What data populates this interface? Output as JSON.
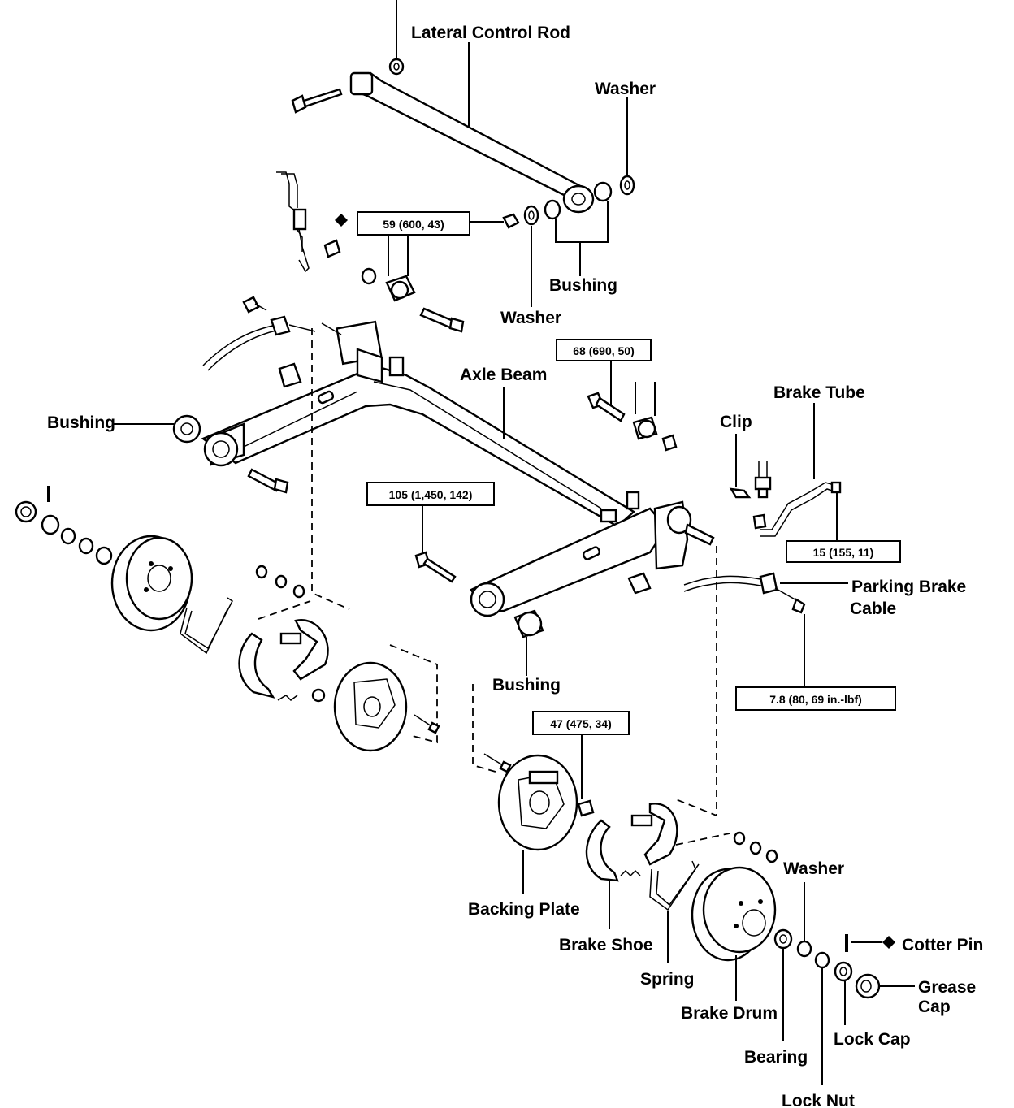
{
  "labels": {
    "lateral_control_rod": "Lateral Control Rod",
    "washer_top": "Washer",
    "bushing_top": "Bushing",
    "washer_mid": "Washer",
    "axle_beam": "Axle Beam",
    "brake_tube": "Brake Tube",
    "clip": "Clip",
    "bushing_left": "Bushing",
    "parking_brake_cable_1": "Parking Brake",
    "parking_brake_cable_2": "Cable",
    "bushing_bottom": "Bushing",
    "washer_bottom": "Washer",
    "cotter_pin": "Cotter Pin",
    "grease_cap_1": "Grease",
    "grease_cap_2": "Cap",
    "lock_cap": "Lock Cap",
    "bearing": "Bearing",
    "lock_nut": "Lock Nut",
    "brake_drum": "Brake Drum",
    "spring": "Spring",
    "brake_shoe": "Brake Shoe",
    "backing_plate": "Backing Plate"
  },
  "torque_specs": {
    "t59": "59 (600, 43)",
    "t68": "68 (690, 50)",
    "t105": "105 (1,450, 142)",
    "t15": "15 (155, 11)",
    "t78": "7.8 (80, 69 in.-lbf)",
    "t47": "47 (475, 34)"
  }
}
